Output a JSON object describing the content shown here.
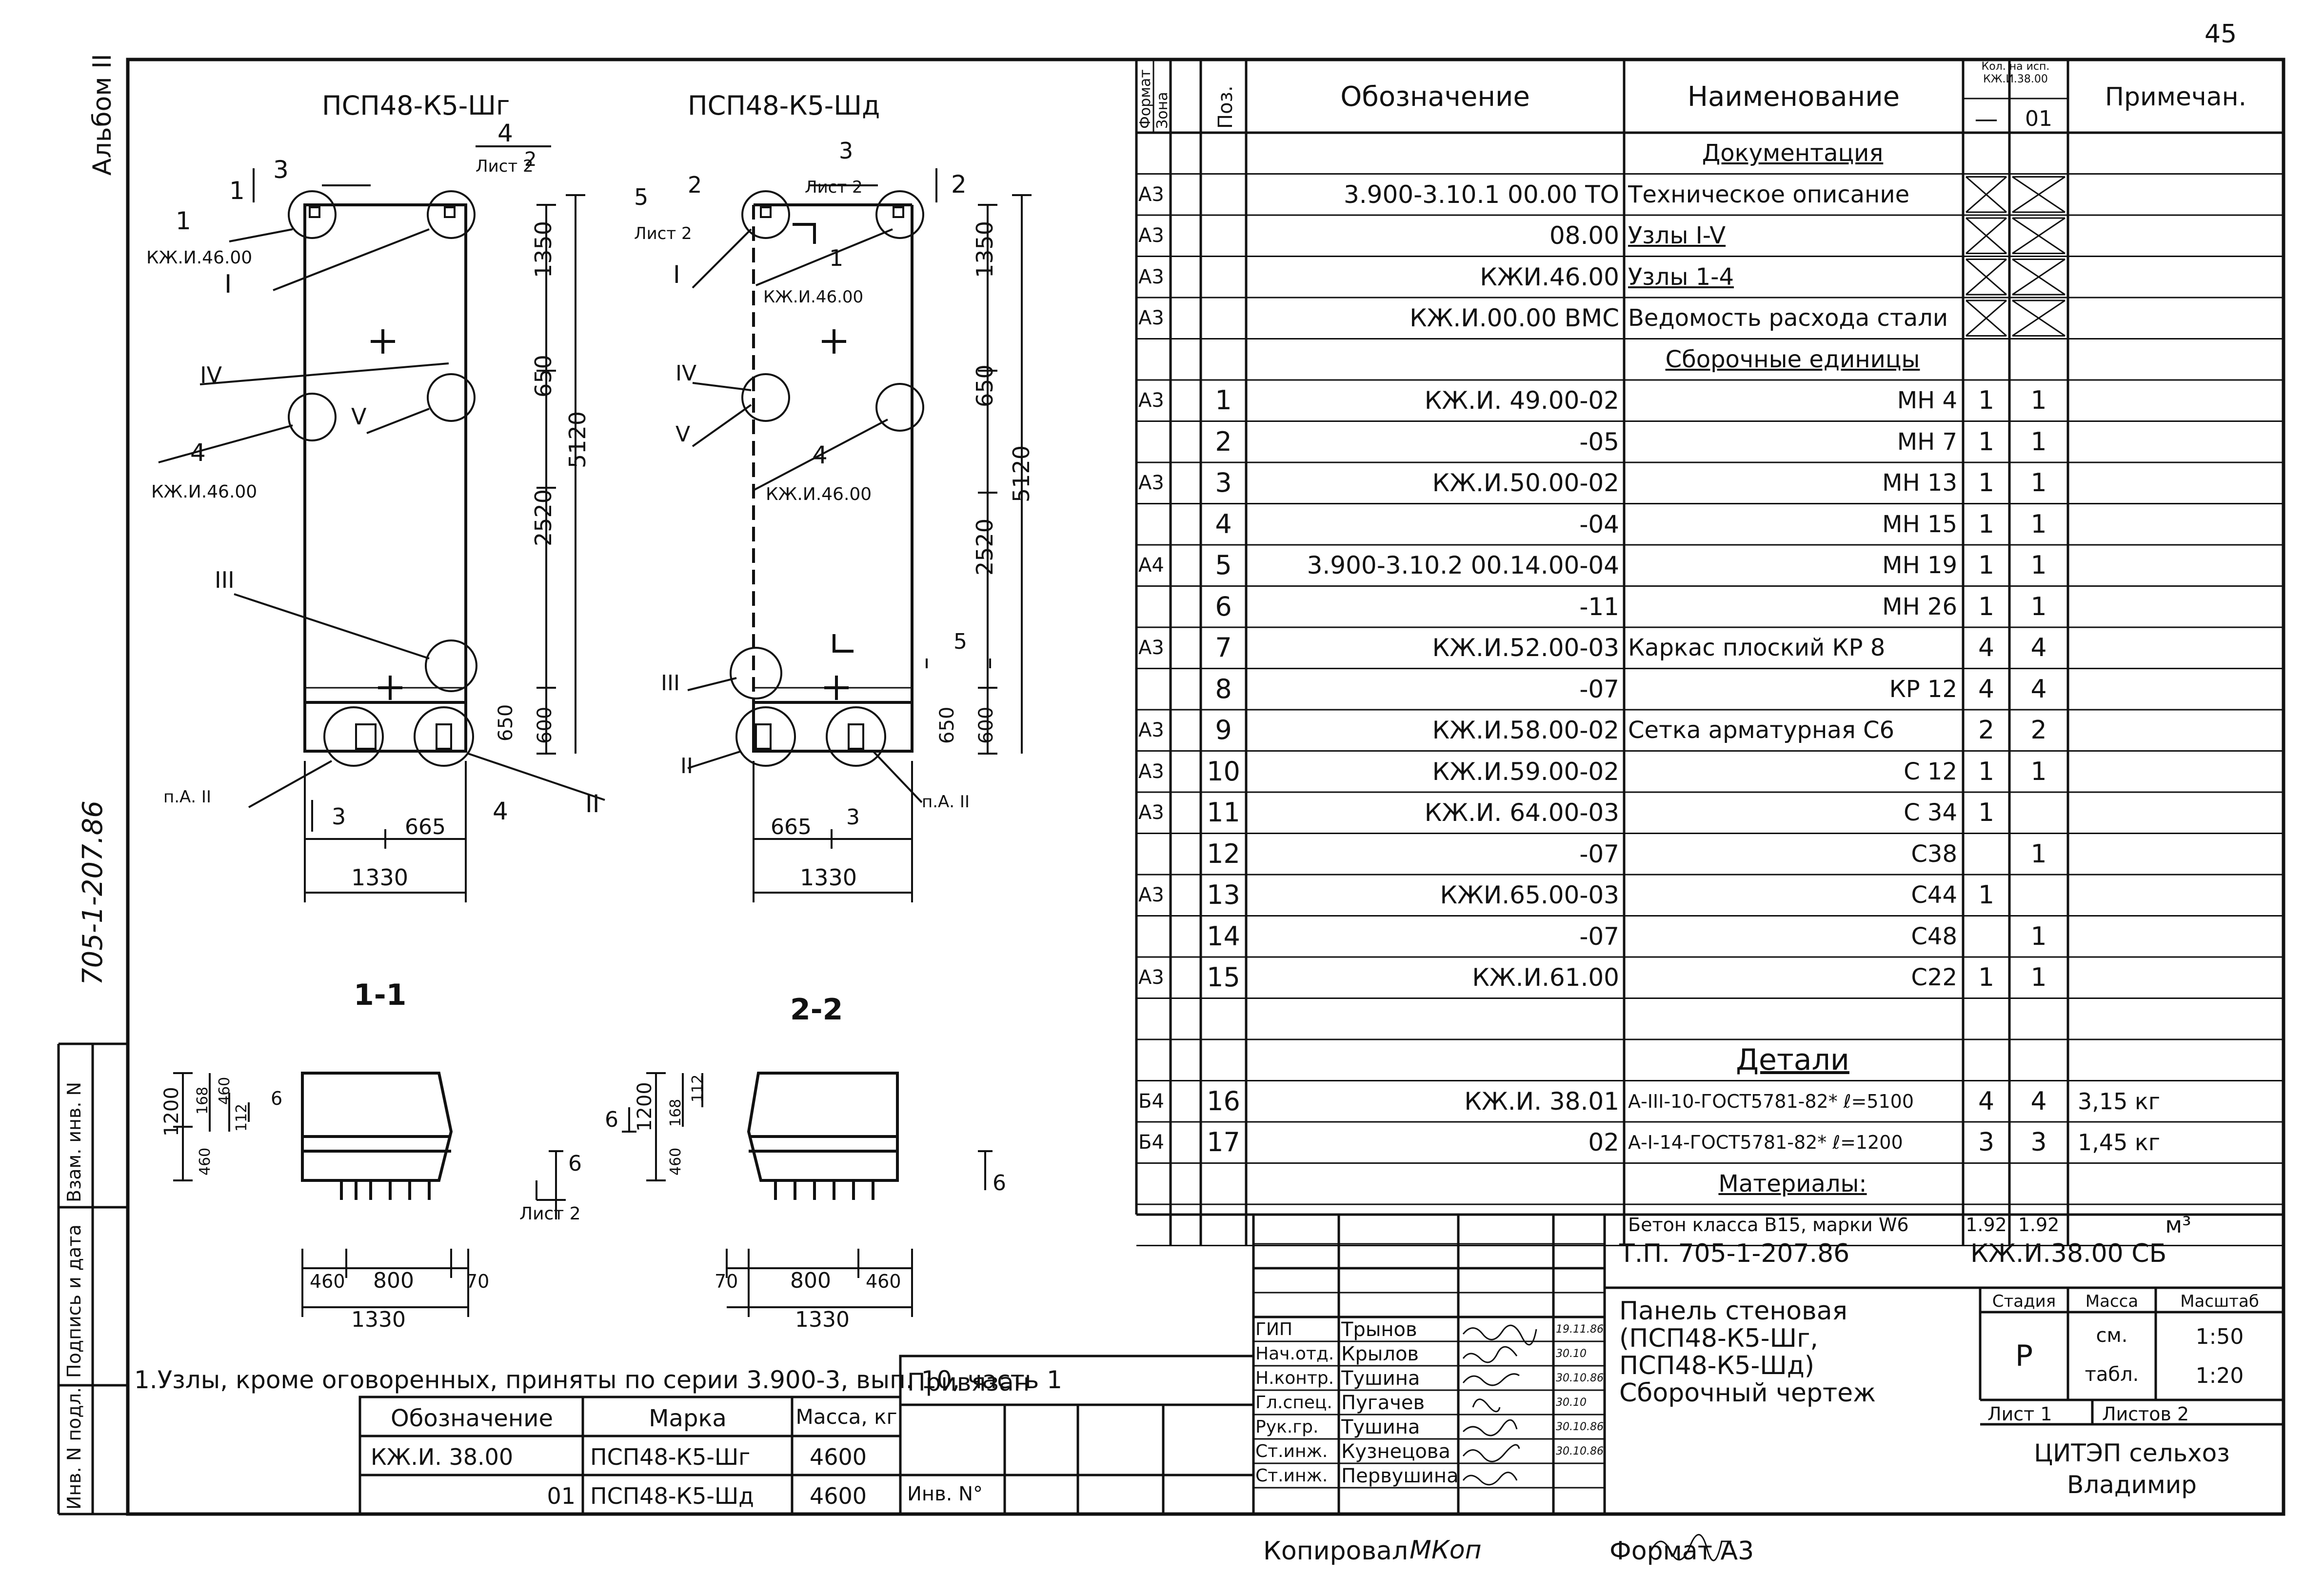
{
  "page_number": "45",
  "album": "Альбом II",
  "side_code": "705-1-207.86",
  "side_labels": [
    "Инв. N подл.",
    "Подпись и дата",
    "Взам. инв. N"
  ],
  "drawing": {
    "titles": [
      "ПСП48-К5-Шг",
      "ПСП48-К5-Шд"
    ],
    "sections": [
      "1-1",
      "2-2"
    ],
    "dims": {
      "d1350": "1350",
      "d650": "650",
      "d2520": "2520",
      "d5120": "5120",
      "d600": "600",
      "d665": "665",
      "d1330": "1330",
      "d1200": "1200",
      "d168": "168",
      "d460": "460",
      "d112": "112",
      "d800": "800",
      "d70": "70"
    },
    "refs": {
      "kzh4600": "КЖ.И.46.00",
      "list2": "Лист 2",
      "pa2": "п.А. II"
    },
    "callouts": [
      "1",
      "2",
      "3",
      "4",
      "5",
      "6",
      "I",
      "II",
      "III",
      "IV",
      "V"
    ]
  },
  "note": "1.Узлы, кроме оговоренных, приняты по серии 3.900-3, вып. 10, часть 1",
  "marks_table": {
    "headers": [
      "Обозначение",
      "Марка",
      "Масса, кг"
    ],
    "rows": [
      [
        "КЖ.И. 38.00",
        "ПСП48-К5-Шг",
        "4600"
      ],
      [
        "01",
        "ПСП48-К5-Шд",
        "4600"
      ]
    ]
  },
  "privyazan": "Привязан",
  "inv_no": "Инв. N°",
  "spec": {
    "headers": {
      "format": "Формат",
      "zone": "Зона",
      "pos": "Поз.",
      "designation": "Обозначение",
      "name": "Наименование",
      "qty": "Кол. на исп. КЖ.И.38.00",
      "qty_a": "—",
      "qty_b": "01",
      "note": "Примечан."
    },
    "rows": [
      {
        "fmt": "",
        "pos": "",
        "des": "",
        "name": "Документация",
        "q1": "",
        "q2": "",
        "note": "",
        "type": "section"
      },
      {
        "fmt": "А3",
        "pos": "",
        "des": "3.900-3.10.1 00.00 ТО",
        "name": "Техническое описание",
        "q1": "X",
        "q2": "X",
        "note": ""
      },
      {
        "fmt": "А3",
        "pos": "",
        "des": "08.00",
        "name": "Узлы I-V",
        "q1": "X",
        "q2": "X",
        "note": "",
        "uname": true
      },
      {
        "fmt": "А3",
        "pos": "",
        "des": "КЖИ.46.00",
        "name": "Узлы 1-4",
        "q1": "X",
        "q2": "X",
        "note": "",
        "uname": true
      },
      {
        "fmt": "А3",
        "pos": "",
        "des": "КЖ.И.00.00 ВМС",
        "name": "Ведомость расхода стали",
        "q1": "X",
        "q2": "X",
        "note": ""
      },
      {
        "fmt": "",
        "pos": "",
        "des": "",
        "name": "Сборочные единицы",
        "q1": "",
        "q2": "",
        "note": "",
        "type": "section"
      },
      {
        "fmt": "А3",
        "pos": "1",
        "des": "КЖ.И. 49.00-02",
        "name": "МН 4",
        "q1": "1",
        "q2": "1",
        "note": "",
        "rname": true
      },
      {
        "fmt": "",
        "pos": "2",
        "des": "-05",
        "name": "МН 7",
        "q1": "1",
        "q2": "1",
        "note": "",
        "rname": true
      },
      {
        "fmt": "А3",
        "pos": "3",
        "des": "КЖ.И.50.00-02",
        "name": "МН 13",
        "q1": "1",
        "q2": "1",
        "note": "",
        "rname": true
      },
      {
        "fmt": "",
        "pos": "4",
        "des": "-04",
        "name": "МН 15",
        "q1": "1",
        "q2": "1",
        "note": "",
        "rname": true
      },
      {
        "fmt": "А4",
        "pos": "5",
        "des": "3.900-3.10.2 00.14.00-04",
        "name": "МН 19",
        "q1": "1",
        "q2": "1",
        "note": "",
        "rname": true
      },
      {
        "fmt": "",
        "pos": "6",
        "des": "-11",
        "name": "МН 26",
        "q1": "1",
        "q2": "1",
        "note": "",
        "rname": true
      },
      {
        "fmt": "А3",
        "pos": "7",
        "des": "КЖ.И.52.00-03",
        "name": "Каркас плоский   КР 8",
        "q1": "4",
        "q2": "4",
        "note": ""
      },
      {
        "fmt": "",
        "pos": "8",
        "des": "-07",
        "name": "КР 12",
        "q1": "4",
        "q2": "4",
        "note": "",
        "rname": true
      },
      {
        "fmt": "А3",
        "pos": "9",
        "des": "КЖ.И.58.00-02",
        "name": "Сетка арматурная  С6",
        "q1": "2",
        "q2": "2",
        "note": ""
      },
      {
        "fmt": "А3",
        "pos": "10",
        "des": "КЖ.И.59.00-02",
        "name": "С 12",
        "q1": "1",
        "q2": "1",
        "note": "",
        "rname": true
      },
      {
        "fmt": "А3",
        "pos": "11",
        "des": "КЖ.И. 64.00-03",
        "name": "С 34",
        "q1": "1",
        "q2": "",
        "note": "",
        "rname": true
      },
      {
        "fmt": "",
        "pos": "12",
        "des": "-07",
        "name": "С38",
        "q1": "",
        "q2": "1",
        "note": "",
        "rname": true
      },
      {
        "fmt": "А3",
        "pos": "13",
        "des": "КЖИ.65.00-03",
        "name": "С44",
        "q1": "1",
        "q2": "",
        "note": "",
        "rname": true
      },
      {
        "fmt": "",
        "pos": "14",
        "des": "-07",
        "name": "С48",
        "q1": "",
        "q2": "1",
        "note": "",
        "rname": true
      },
      {
        "fmt": "А3",
        "pos": "15",
        "des": "КЖ.И.61.00",
        "name": "С22",
        "q1": "1",
        "q2": "1",
        "note": "",
        "rname": true
      },
      {
        "fmt": "",
        "pos": "",
        "des": "",
        "name": "",
        "q1": "",
        "q2": "",
        "note": ""
      },
      {
        "fmt": "",
        "pos": "",
        "des": "",
        "name": "Детали",
        "q1": "",
        "q2": "",
        "note": "",
        "type": "section"
      },
      {
        "fmt": "Б4",
        "pos": "16",
        "des": "КЖ.И. 38.01",
        "name": "А-III-10-ГОСТ5781-82* ℓ=5100",
        "q1": "4",
        "q2": "4",
        "note": "3,15 кг"
      },
      {
        "fmt": "Б4",
        "pos": "17",
        "des": "02",
        "name": "А-I-14-ГОСТ5781-82* ℓ=1200",
        "q1": "3",
        "q2": "3",
        "note": "1,45 кг"
      },
      {
        "fmt": "",
        "pos": "",
        "des": "",
        "name": "Материалы:",
        "q1": "",
        "q2": "",
        "note": "",
        "type": "section"
      },
      {
        "fmt": "",
        "pos": "",
        "des": "",
        "name": "Бетон класса В15, марки W6",
        "q1": "1.92",
        "q2": "1.92",
        "note": "м³"
      }
    ]
  },
  "title_block": {
    "tp": "Т.П.   705-1-207.86",
    "code": "КЖ.И.38.00 СБ",
    "title_lines": [
      "Панель стеновая",
      "(ПСП48-К5-Шг,",
      "ПСП48-К5-Шд)",
      "Сборочный чертеж"
    ],
    "stage_h": "Стадия",
    "mass_h": "Масса",
    "scale_h": "Масштаб",
    "stage": "Р",
    "mass_1": "см.",
    "mass_2": "табл.",
    "scale_1": "1:50",
    "scale_2": "1:20",
    "sheet": "Лист 1",
    "sheets": "Листов 2",
    "org_1": "ЦИТЭП сельхоз",
    "org_2": "Владимир",
    "people": [
      {
        "role": "ГИП",
        "name": "Трынов",
        "date": "19.11.86"
      },
      {
        "role": "Нач.отд.",
        "name": "Крылов",
        "date": "30.10"
      },
      {
        "role": "Н.контр.",
        "name": "Тушина",
        "date": "30.10.86"
      },
      {
        "role": "Гл.спец.",
        "name": "Пугачев",
        "date": "30.10"
      },
      {
        "role": "Рук.гр.",
        "name": "Тушина",
        "date": "30.10.86"
      },
      {
        "role": "Ст.инж.",
        "name": "Кузнецова",
        "date": "30.10.86"
      },
      {
        "role": "Ст.инж.",
        "name": "Первушина",
        "date": ""
      }
    ]
  },
  "footer": {
    "copied": "Копировал",
    "copier": "МКоп",
    "format": "Формат А3"
  }
}
